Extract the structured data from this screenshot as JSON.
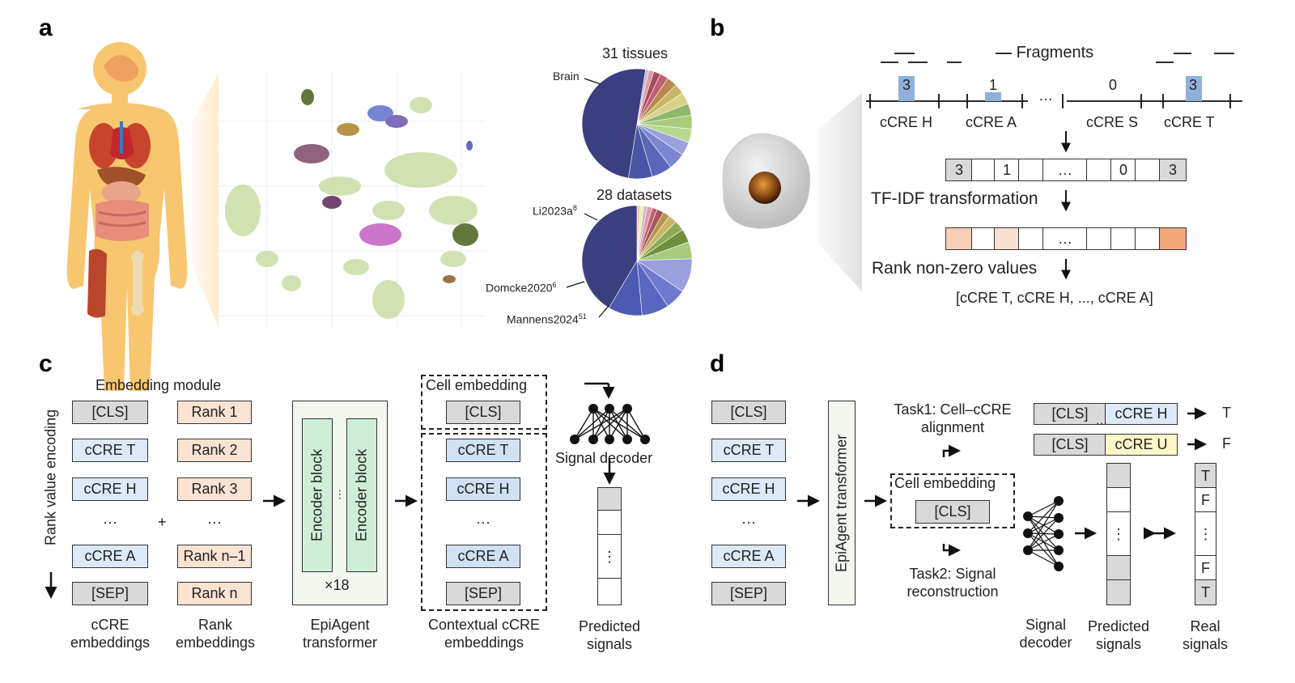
{
  "panels": {
    "a": "a",
    "b": "b",
    "c": "c",
    "d": "d"
  },
  "panel_a": {
    "pie1_title": "31 tissues",
    "pie1_label": "Brain",
    "pie2_title": "28 datasets",
    "pie2_labels": [
      {
        "name": "Li2023a",
        "sup": "8"
      },
      {
        "name": "Domcke2020",
        "sup": "6"
      },
      {
        "name": "Mannens2024",
        "sup": "51"
      }
    ],
    "pie1_colors": [
      "#3b3f7f",
      "#4a55a6",
      "#5b66b8",
      "#7c86d2",
      "#9aa0dd",
      "#b7d88f",
      "#a8cc7c",
      "#8fb86c",
      "#d7d28a",
      "#c9b566",
      "#b8884e",
      "#c06070",
      "#a34b5f",
      "#e09aa2",
      "#c7b7d9",
      "#eeeeaa"
    ],
    "pie2_colors": [
      "#3b3f7f",
      "#4e5ab1",
      "#6f79cf",
      "#9aa0dd",
      "#a8cc7c",
      "#6f8f3e",
      "#8faa55",
      "#c9b566",
      "#b9924e",
      "#a8575f",
      "#c06070",
      "#e09aa2",
      "#7aa39a",
      "#c7b7d9",
      "#eeeeaa",
      "#f3c5a0"
    ]
  },
  "panel_b": {
    "fragments_label": "Fragments",
    "counts": [
      "3",
      "1",
      "…",
      "0",
      "3"
    ],
    "ccre_labels": [
      "cCRE H",
      "cCRE A",
      "cCRE S",
      "cCRE T"
    ],
    "vector1": [
      "3",
      "1",
      "",
      "…",
      "",
      "0",
      "3"
    ],
    "tfidf_label": "TF-IDF transformation",
    "vector2_dots": "…",
    "rank_label": "Rank non-zero values",
    "rank_result": "[cCRE T, cCRE H, ..., cCRE A]"
  },
  "panel_c": {
    "embedding_module": "Embedding module",
    "rank_value_encoding": "Rank value encoding",
    "ccre_tokens": [
      "[CLS]",
      "cCRE T",
      "cCRE H",
      "···",
      "cCRE A",
      "[SEP]"
    ],
    "rank_tokens": [
      "Rank 1",
      "Rank 2",
      "Rank 3",
      "···",
      "Rank n–1",
      "Rank n"
    ],
    "plus": "+",
    "ccre_embeddings": "cCRE embeddings",
    "rank_embeddings": "Rank embeddings",
    "encoder_block": "Encoder block",
    "encoder_dots": "···",
    "times18": "×18",
    "epiagent_transformer": "EpiAgent transformer",
    "cell_embedding": "Cell embedding",
    "cls": "[CLS]",
    "contextual_tokens": [
      "cCRE T",
      "cCRE H",
      "···",
      "cCRE A",
      "[SEP]"
    ],
    "contextual_label": "Contextual cCRE embeddings",
    "signal_decoder": "Signal decoder",
    "signal_dots": "⋮",
    "predicted_signals": "Predicted signals"
  },
  "panel_d": {
    "tokens": [
      "[CLS]",
      "cCRE T",
      "cCRE H",
      "···",
      "cCRE A",
      "[SEP]"
    ],
    "transformer": "EpiAgent transformer",
    "task1": "Task1: Cell–cCRE alignment",
    "task2": "Task2: Signal reconstruction",
    "cell_embedding": "Cell embedding",
    "cls": "[CLS]",
    "pair1": {
      "a": "[CLS]",
      "b": "cCRE H",
      "result": "T"
    },
    "pair2": {
      "a": "[CLS]",
      "b": "cCRE U",
      "result": "F"
    },
    "pair_dots": "···",
    "signal_dots": "⋮",
    "real_signals": [
      "T",
      "F",
      "⋮",
      "F",
      "T"
    ],
    "signal_decoder": "Signal decoder",
    "predicted_signals": "Predicted signals",
    "real_signals_label": "Real signals"
  }
}
